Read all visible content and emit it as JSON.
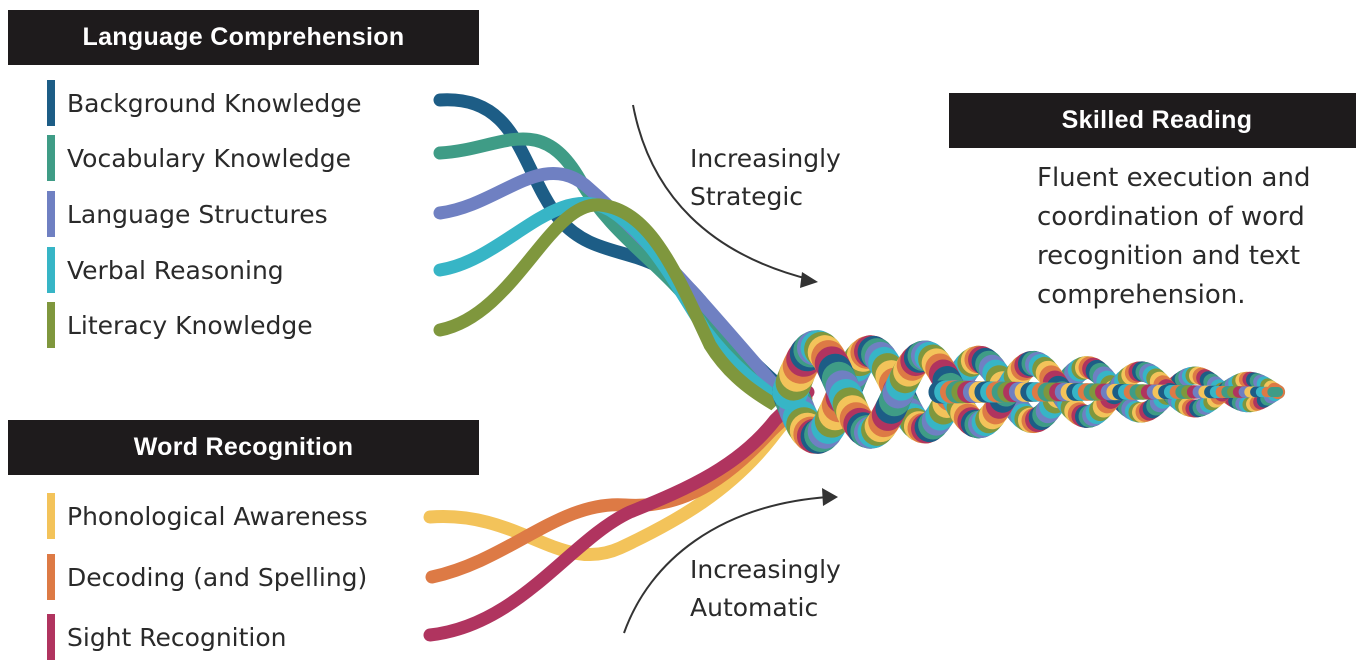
{
  "language_comprehension": {
    "title": "Language Comprehension",
    "items": [
      {
        "label": "Background Knowledge",
        "color": "#1d5d86"
      },
      {
        "label": "Vocabulary Knowledge",
        "color": "#3f9c86"
      },
      {
        "label": "Language Structures",
        "color": "#6f80c2"
      },
      {
        "label": "Verbal Reasoning",
        "color": "#37b5c6"
      },
      {
        "label": "Literacy Knowledge",
        "color": "#7f973d"
      }
    ]
  },
  "word_recognition": {
    "title": "Word Recognition",
    "items": [
      {
        "label": "Phonological Awareness",
        "color": "#f3c35a"
      },
      {
        "label": "Decoding (and Spelling)",
        "color": "#dd7a45"
      },
      {
        "label": "Sight Recognition",
        "color": "#b0345f"
      }
    ]
  },
  "annotations": {
    "strategic": [
      "Increasingly",
      "Strategic"
    ],
    "automatic": [
      "Increasingly",
      "Automatic"
    ]
  },
  "skilled_reading": {
    "title": "Skilled Reading",
    "description": [
      "Fluent execution and",
      "coordination of word",
      "recognition and text",
      "comprehension."
    ]
  }
}
